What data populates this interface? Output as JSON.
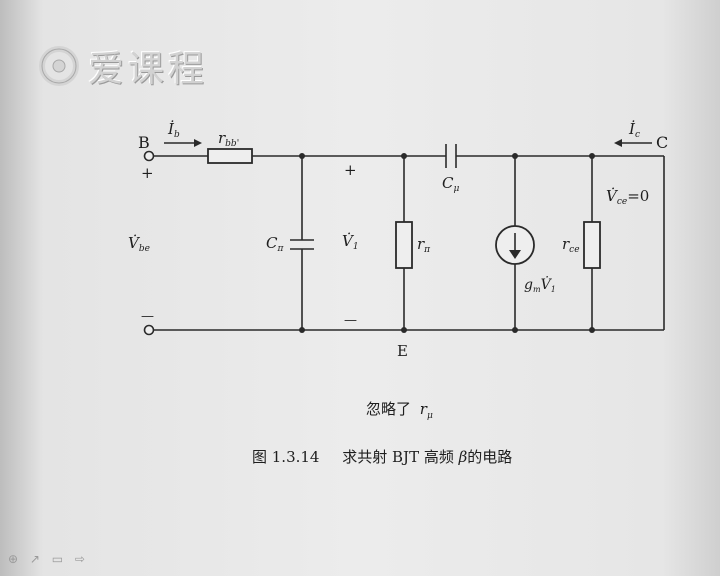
{
  "watermark": {
    "text": "爱课程",
    "icon": "aicourse-logo-icon"
  },
  "labels": {
    "B": "B",
    "C": "C",
    "E": "E",
    "Ib": "İ",
    "Ib_sub": "b",
    "Ic": "İ",
    "Ic_sub": "c",
    "rbb": "r",
    "rbb_sub": "bb'",
    "plus_left": "+",
    "minus_left": "—",
    "Vbe": "V̇",
    "Vbe_sub": "be",
    "Cpi": "C",
    "Cpi_sub": "π",
    "plus_mid": "+",
    "minus_mid": "—",
    "V1": "V̇",
    "V1_sub": "1",
    "rpi": "r",
    "rpi_sub": "π",
    "Cmu": "C",
    "Cmu_sub": "μ",
    "gm": "g",
    "gm_sub": "m",
    "gm_V": "V̇",
    "gm_V_sub": "1",
    "rce": "r",
    "rce_sub": "ce",
    "Vce": "V̇",
    "Vce_sub": "ce",
    "Vce_eq": "=0"
  },
  "caption": {
    "note_prefix": "忽略了",
    "note_symbol": "r",
    "note_symbol_sub": "μ",
    "figure_number": "图 1.3.14",
    "figure_title_prefix": "求共射 BJT 高频",
    "figure_title_beta": "β",
    "figure_title_suffix": "的电路"
  },
  "player_controls": "⊕ ↗ ▭ ⇨"
}
